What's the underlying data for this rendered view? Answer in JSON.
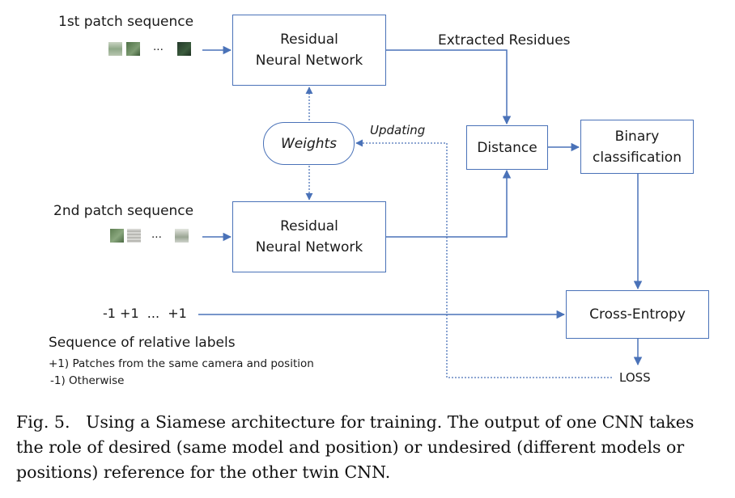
{
  "inputs": {
    "first_sequence_label": "1st patch sequence",
    "second_sequence_label": "2nd patch sequence",
    "ellipsis": "..."
  },
  "boxes": {
    "resnet_top_line1": "Residual",
    "resnet_top_line2": "Neural Network",
    "resnet_bottom_line1": "Residual",
    "resnet_bottom_line2": "Neural Network",
    "weights": "Weights",
    "distance": "Distance",
    "binary_line1": "Binary",
    "binary_line2": "classification",
    "cross_entropy": "Cross-Entropy"
  },
  "edges": {
    "extracted_residues": "Extracted Residues",
    "updating": "Updating",
    "loss": "LOSS"
  },
  "labels": {
    "sequence": "-1 +1  ...  +1",
    "title": "Sequence of relative labels",
    "item_positive": "+1) Patches from the same camera and position",
    "item_negative": "-1) Otherwise"
  },
  "caption": {
    "label": "Fig. 5.",
    "text": "Using a Siamese architecture for training. The output of one CNN takes the role of desired (same model and position) or undesired (different models or positions) reference for the other twin CNN."
  },
  "colors": {
    "line": "#4a72b8",
    "text": "#1a1a1a"
  },
  "patch_colors": {
    "seq1": [
      "#9fb59a",
      "#5f7f58",
      "#2f4a30"
    ],
    "seq2": [
      "#6e8f62",
      "#c8c8c4",
      "#aab2a8"
    ]
  }
}
